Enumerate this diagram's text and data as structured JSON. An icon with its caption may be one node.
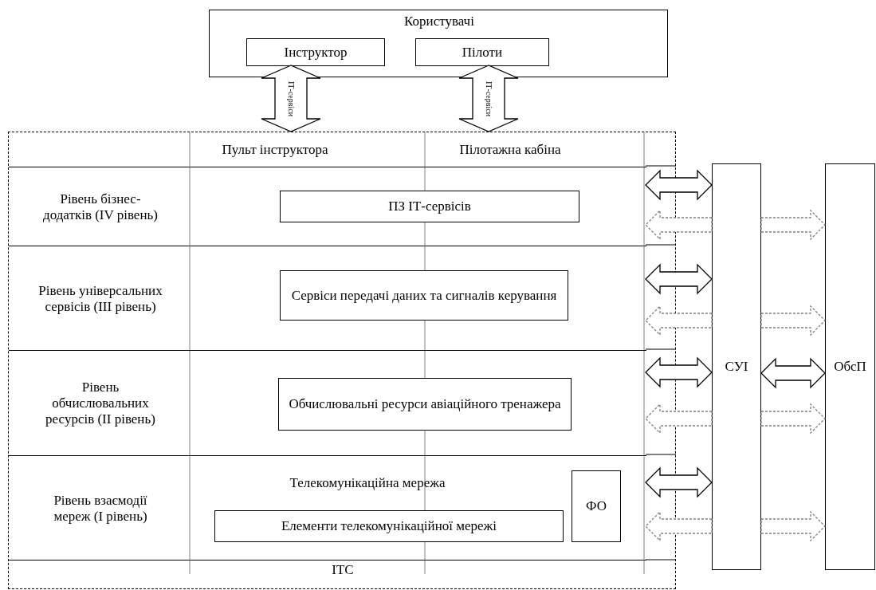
{
  "diagram": {
    "nodes": [
      {
        "text": [
          "Користувачі"
        ]
      },
      {
        "text": [
          "Інструктор"
        ],
        "in": 0
      },
      {
        "text": [
          "Пілоти"
        ],
        "in": 0
      },
      {
        "text": [
          "ІТС"
        ]
      },
      {
        "text": [
          "Рівень бізнес-додатків (IV рівень)"
        ],
        "in": 3
      },
      {
        "text": [
          "ПЗ ІТ-сервісів"
        ],
        "in": 4
      },
      {
        "text": [
          "Рівень універсальних сервісів (III рівень)"
        ],
        "in": 3
      },
      {
        "text": [
          "Сервіси передачі даних та сигналів керування"
        ],
        "in": 6
      },
      {
        "text": [
          "Рівень обчислювальних ресурсів (II рівень)"
        ],
        "in": 3
      },
      {
        "text": [
          "Обчислювальні ресурси авіаційного тренажера"
        ],
        "in": 8
      },
      {
        "text": [
          "Рівень взаємодії мереж (І рівень)",
          "Телекомунікаційна мережа"
        ],
        "in": 3
      },
      {
        "text": [
          "Елементи телекомунікаційної мережі"
        ],
        "in": 10
      },
      {
        "text": [
          "ФО"
        ],
        "in": 10
      },
      {
        "text": [
          "СУІ"
        ]
      },
      {
        "text": [
          "ОбсП"
        ]
      }
    ],
    "edges": [
      {
        "from": 1,
        "to": 3,
        "arrow": "both",
        "label": "ІТ-сервіси"
      },
      {
        "from": 2,
        "to": 3,
        "arrow": "both",
        "label": "ІТ-сервіси"
      },
      {
        "from": 4,
        "to": 13,
        "arrow": "both"
      },
      {
        "from": 13,
        "to": 4,
        "arrow": "to",
        "style": "dashed",
        "color": "#808080"
      },
      {
        "from": 13,
        "to": 14,
        "arrow": "to",
        "style": "dashed",
        "color": "#808080"
      },
      {
        "from": 6,
        "to": 13,
        "arrow": "both"
      },
      {
        "from": 13,
        "to": 6,
        "arrow": "to",
        "style": "dashed",
        "color": "#808080"
      },
      {
        "from": 13,
        "to": 14,
        "arrow": "to",
        "style": "dashed",
        "color": "#808080"
      },
      {
        "from": 8,
        "to": 13,
        "arrow": "both"
      },
      {
        "from": 13,
        "to": 8,
        "arrow": "to",
        "style": "dashed",
        "color": "#808080"
      },
      {
        "from": 13,
        "to": 14,
        "arrow": "to",
        "style": "dashed",
        "color": "#808080"
      },
      {
        "from": 10,
        "to": 13,
        "arrow": "both"
      },
      {
        "from": 13,
        "to": 10,
        "arrow": "to",
        "style": "dashed",
        "color": "#808080"
      },
      {
        "from": 13,
        "to": 14,
        "arrow": "to",
        "style": "dashed",
        "color": "#808080"
      },
      {
        "from": 13,
        "to": 14,
        "arrow": "both"
      }
    ],
    "labels": [
      "Пульт інструктора",
      "Пілотажна кабіна"
    ]
  }
}
